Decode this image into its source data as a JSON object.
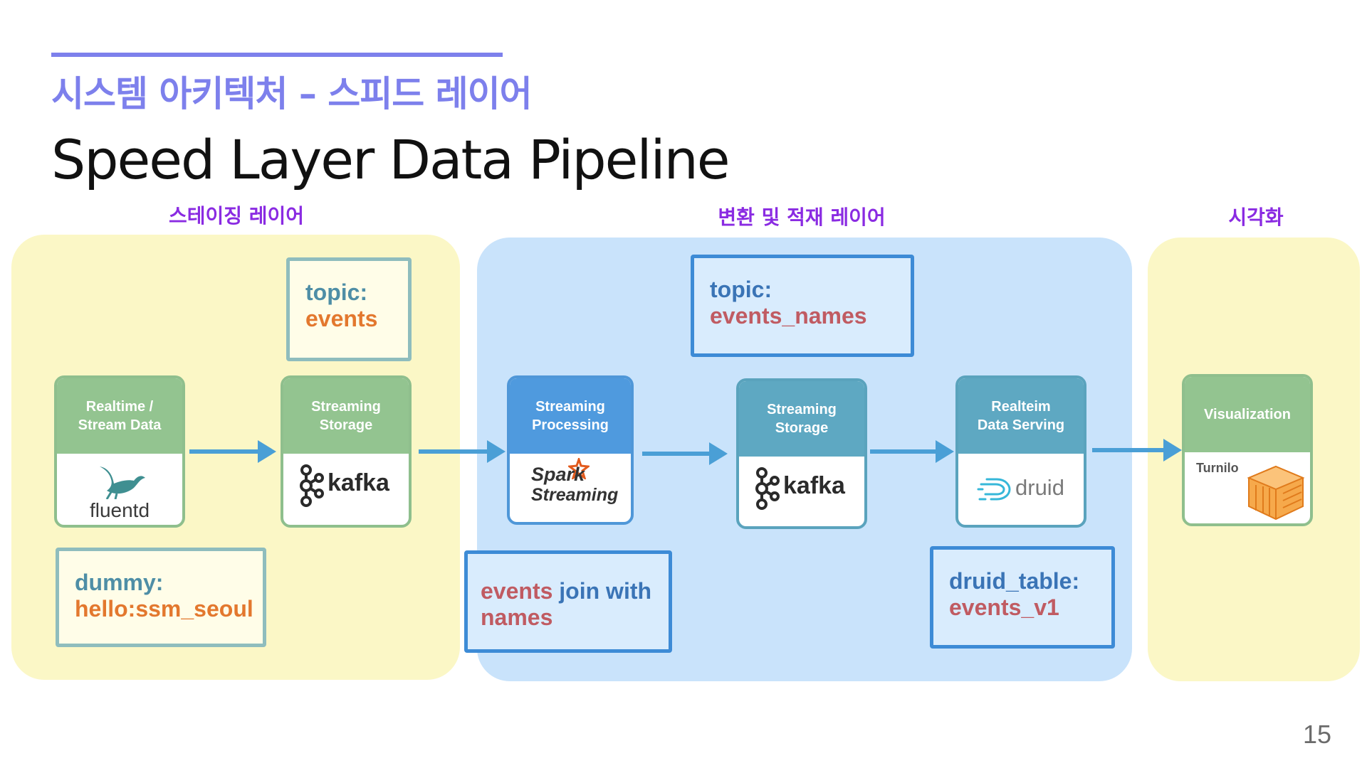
{
  "header": {
    "subtitle": "시스템 아키텍처 – 스피드 레이어",
    "title": "Speed Layer Data Pipeline"
  },
  "layers": {
    "staging": "스테이징 레이어",
    "transform": "변환 및 적재 레이어",
    "visualization": "시각화"
  },
  "nodes": {
    "source": {
      "label": "Realtime /\nStream Data",
      "logo": "fluentd"
    },
    "storage1": {
      "label": "Streaming\nStorage",
      "logo": "kafka"
    },
    "processing": {
      "label": "Streaming\nProcessing",
      "logo_line1": "Spark",
      "logo_line2": "Streaming"
    },
    "storage2": {
      "label": "Streaming\nStorage",
      "logo": "kafka"
    },
    "serving": {
      "label": "Realteim\nData Serving",
      "logo": "druid"
    },
    "viz": {
      "label": "Visualization",
      "logo": "Turnilo"
    }
  },
  "notes": {
    "topic_events": {
      "key": "topic:",
      "value": "events"
    },
    "dummy": {
      "key": "dummy:",
      "value": "hello:ssm_seoul"
    },
    "topic_names": {
      "key": "topic:",
      "value": "events_names"
    },
    "join": {
      "part1": "events",
      "part2": " join with",
      "part3": "names"
    },
    "druid_table": {
      "key": "druid_table:",
      "value": "events_v1"
    }
  },
  "colors": {
    "accent": "#7d80ec",
    "layer_label": "#8a2be2",
    "yellow_zone": "#fbf7c6",
    "blue_zone": "#c9e3fb",
    "arrow": "#4a9fd6"
  },
  "page_number": "15"
}
